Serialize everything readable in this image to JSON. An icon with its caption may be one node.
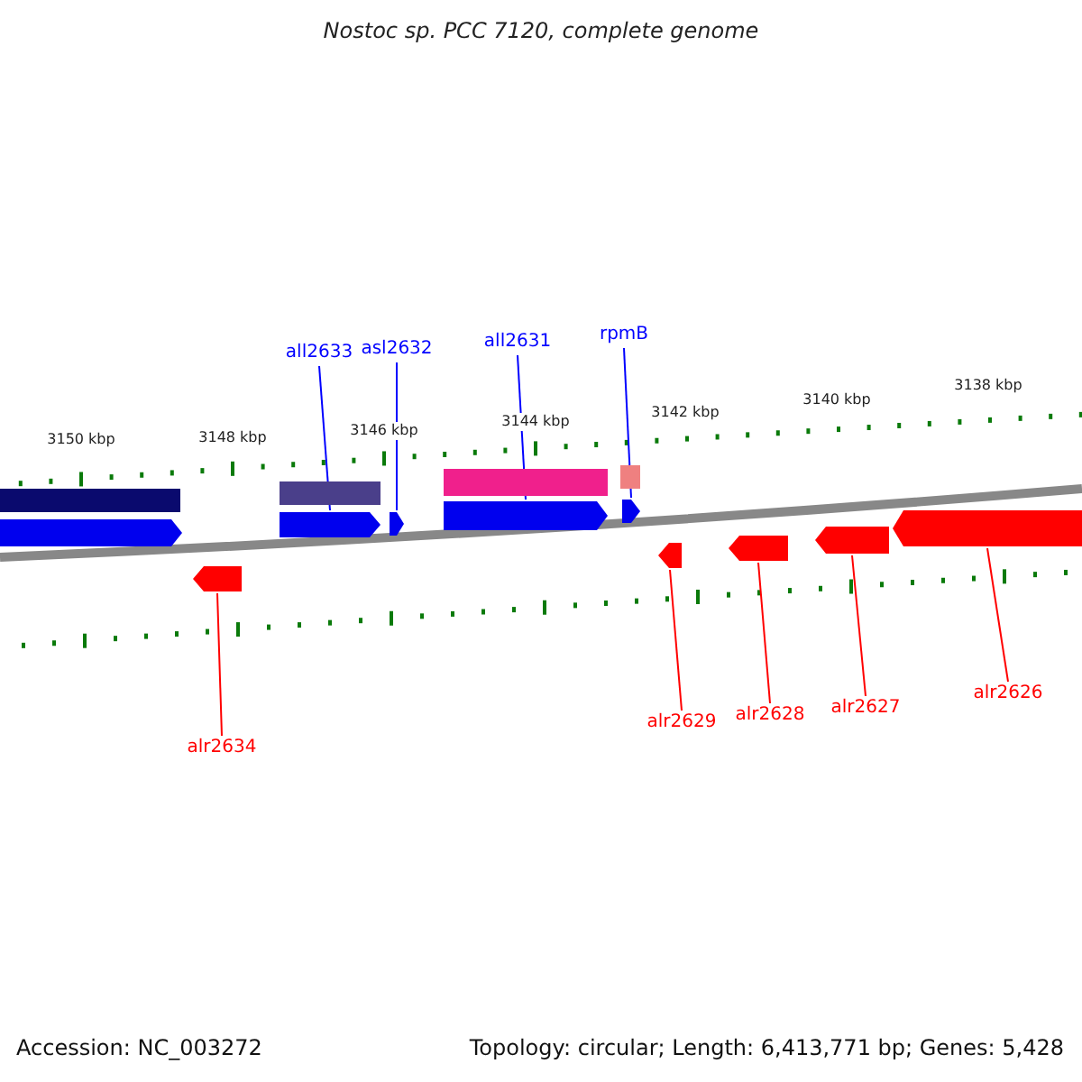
{
  "diagram": {
    "title": "Nostoc sp. PCC 7120, complete genome",
    "nodes": [
      {
        "text": [
          "all2633"
        ]
      },
      {
        "text": [
          "asl2632"
        ]
      },
      {
        "text": [
          "all2631"
        ]
      },
      {
        "text": [
          "rpmB"
        ]
      },
      {
        "text": [],
        "shape": "bar"
      },
      {
        "text": [],
        "shape": "bar"
      },
      {
        "text": [],
        "shape": "bar"
      },
      {
        "text": [],
        "shape": "bar"
      },
      {
        "text": [],
        "shape": "pentagon"
      },
      {
        "text": [],
        "shape": "pentagon"
      },
      {
        "text": [],
        "shape": "pentagon"
      },
      {
        "text": [],
        "shape": "pentagon"
      },
      {
        "text": [],
        "shape": "pentagon"
      },
      {
        "text": [],
        "shape": "pentagon"
      },
      {
        "text": [],
        "shape": "pentagon"
      },
      {
        "text": [],
        "shape": "pentagon"
      },
      {
        "text": [],
        "shape": "pentagon"
      },
      {
        "text": [],
        "shape": "pentagon"
      },
      {
        "text": [
          "alr2634"
        ]
      },
      {
        "text": [
          "alr2629"
        ]
      },
      {
        "text": [
          "alr2628"
        ]
      },
      {
        "text": [
          "alr2627"
        ]
      },
      {
        "text": [
          "alr2626"
        ]
      }
    ],
    "edges": [
      {
        "from": 0,
        "to": 9,
        "arrow": "none",
        "color": "#0000ff"
      },
      {
        "from": 1,
        "to": 10,
        "arrow": "none",
        "color": "#0000ff"
      },
      {
        "from": 2,
        "to": 11,
        "arrow": "none",
        "color": "#0000ff"
      },
      {
        "from": 3,
        "to": 12,
        "arrow": "none",
        "color": "#0000ff"
      },
      {
        "from": 18,
        "to": 13,
        "arrow": "none"
      },
      {
        "from": 19,
        "to": 14,
        "arrow": "none"
      },
      {
        "from": 20,
        "to": 15,
        "arrow": "none"
      },
      {
        "from": 21,
        "to": 16,
        "arrow": "none"
      },
      {
        "from": 22,
        "to": 17,
        "arrow": "none"
      }
    ],
    "labels": [
      "3150 kbp",
      "3148 kbp",
      "3146 kbp",
      "3144 kbp",
      "3142 kbp",
      "3140 kbp",
      "3138 kbp",
      "Accession: NC_003272",
      "Topology: circular; Length: 6,413,771 bp; Genes: 5,428"
    ]
  }
}
